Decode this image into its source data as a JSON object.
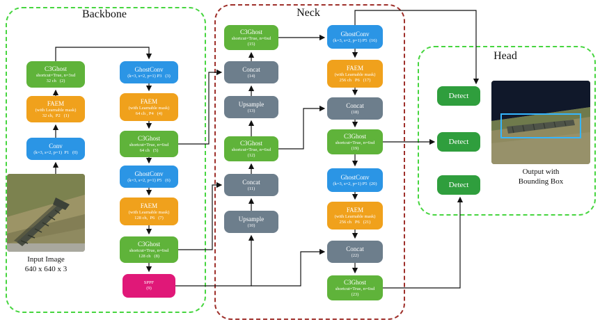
{
  "titles": {
    "backbone": "Backbone",
    "neck": "Neck",
    "head": "Head"
  },
  "backbone": {
    "conv_0": [
      "Conv",
      "(k=3, s=2, p=1)  P1   (0)"
    ],
    "faem_1": [
      "FAEM",
      "(with Learnable mask)",
      "32 ch,  P2   (1)"
    ],
    "c3ghost_2": [
      "C3Ghost",
      "shortcut=True, n=3xd",
      "32 ch   (2)"
    ],
    "ghostconv_3": [
      "GhostConv",
      "(k=3, s=2, p=1) P3   (3)"
    ],
    "faem_4": [
      "FAEM",
      "(with Learnable mask)",
      "64 ch , P4   (4)"
    ],
    "c3ghost_5": [
      "C3Ghost",
      "shortcut=True, n=6xd",
      "64 ch   (5)"
    ],
    "ghostconv_6": [
      "GhostConv",
      "(k=3, s=2, p=1) P5   (6)"
    ],
    "faem_7": [
      "FAEM",
      "(with Learnable mask)",
      "128 ch,  P6   (7)"
    ],
    "c3ghost_8": [
      "C3Ghost",
      "shortcut=True, n=6xd",
      "128 ch   (8)"
    ],
    "sppf_9": [
      "SPPF",
      "(9)"
    ],
    "input_caption": [
      "Input Image",
      "640 x 640 x 3"
    ]
  },
  "neck": {
    "upsample_10": [
      "Upsample",
      "(10)"
    ],
    "concat_11": [
      "Concat",
      "(11)"
    ],
    "c3ghost_12": [
      "C3Ghost",
      "shortcut=True, n=6xd",
      "(12)"
    ],
    "upsample_13": [
      "Upsample",
      "(13)"
    ],
    "concat_14": [
      "Concat",
      "(14)"
    ],
    "c3ghost_15": [
      "C3Ghost",
      "shortcut=True, n=6xd",
      "(15)"
    ],
    "ghostconv_16": [
      "GhostConv",
      "(k=3, s=2, p=1) P5  (16)"
    ],
    "faem_17": [
      "FAEM",
      "(with Learnable mask)",
      "256 ch   P6   (17)"
    ],
    "concat_18": [
      "Concat",
      "(18)"
    ],
    "c3ghost_19": [
      "C3Ghost",
      "shortcut=True, n=6xd",
      "(19)"
    ],
    "ghostconv_20": [
      "GhostConv",
      "(k=3, s=2, p=1) P5  (20)"
    ],
    "faem_21": [
      "FAEM",
      "(with Learnable mask)",
      "256 ch   P6   (21)"
    ],
    "concat_22": [
      "Concat",
      "(22)"
    ],
    "c3ghost_23": [
      "C3Ghost",
      "shortcut=True, n=6xd",
      "(23)"
    ]
  },
  "head": {
    "detect_label": "Detect",
    "output_caption": [
      "Output with",
      "Bounding Box"
    ]
  },
  "colors": {
    "c3ghost": "#5fb33a",
    "conv_ghostconv": "#2b95e5",
    "faem": "#f0a11c",
    "concat_upsample": "#6d7e8c",
    "sppf": "#e01878",
    "detect": "#2f9e3d",
    "backbone_border": "#46d53f",
    "neck_border": "#9e2f2a",
    "head_border": "#46d53f"
  }
}
